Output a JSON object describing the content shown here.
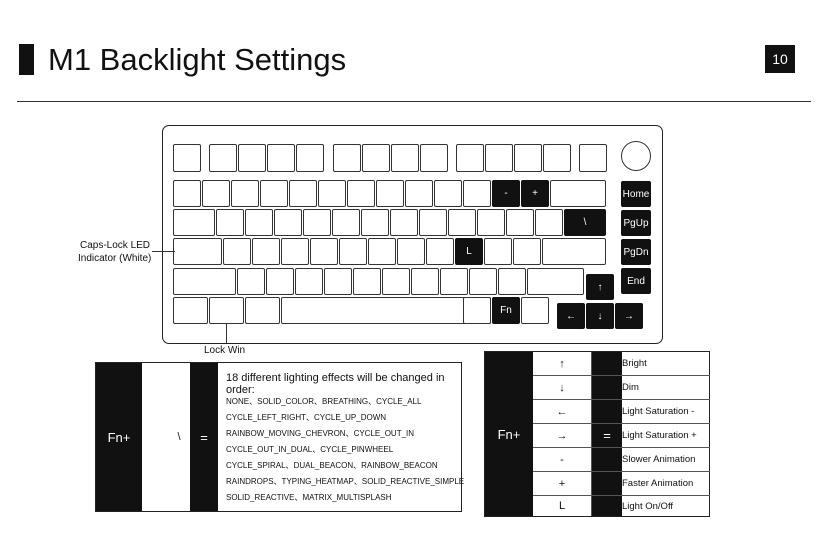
{
  "header": {
    "title": "M1 Backlight Settings",
    "page_number": "10"
  },
  "keyboard": {
    "dark_keys": {
      "minus": "-",
      "plus": "+",
      "backslash": "\\",
      "l": "L",
      "fn": "Fn",
      "home": "Home",
      "pgup": "PgUp",
      "pgdn": "PgDn",
      "end": "End",
      "up": "↑",
      "left": "←",
      "down": "↓",
      "right": "→"
    }
  },
  "annotations": {
    "caps_lock_line1": "Caps-Lock LED",
    "caps_lock_line2": "Indicator (White)",
    "lock_win": "Lock Win"
  },
  "effects_table": {
    "modifier": "Fn+",
    "key": "\\",
    "equals": "=",
    "heading": "18 different lighting effects will be changed in order:",
    "lines": [
      "NONE、SOLID_COLOR、BREATHING、CYCLE_ALL",
      "CYCLE_LEFT_RIGHT、CYCLE_UP_DOWN",
      "RAINBOW_MOVING_CHEVRON、CYCLE_OUT_IN",
      "CYCLE_OUT_IN_DUAL、CYCLE_PINWHEEL",
      "CYCLE_SPIRAL、DUAL_BEACON、RAINBOW_BEACON",
      "RAINDROPS、TYPING_HEATMAP、SOLID_REACTIVE_SIMPLE",
      "SOLID_REACTIVE、MATRIX_MULTISPLASH"
    ]
  },
  "function_table": {
    "modifier": "Fn+",
    "equals": "=",
    "rows": [
      {
        "key": "↑",
        "function": "Bright"
      },
      {
        "key": "↓",
        "function": "Dim"
      },
      {
        "key": "←",
        "function": "Light Saturation -"
      },
      {
        "key": "→",
        "function": "Light Saturation +"
      },
      {
        "key": "-",
        "function": "Slower Animation"
      },
      {
        "key": "+",
        "function": "Faster Animation"
      },
      {
        "key": "L",
        "function": "Light On/Off"
      }
    ]
  }
}
